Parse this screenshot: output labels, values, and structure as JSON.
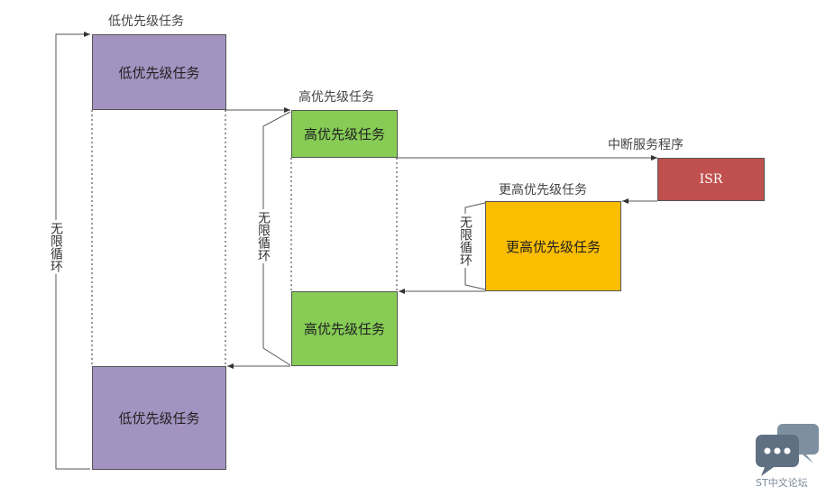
{
  "diagram": {
    "captions": {
      "low_top": "低优先级任务",
      "high_top": "高优先级任务",
      "isr": "中断服务程序",
      "higher": "更高优先级任务"
    },
    "boxes": {
      "low_top": "低优先级任务",
      "high_top": "高优先级任务",
      "isr": "ISR",
      "higher": "更高优先级任务",
      "high_bottom": "高优先级任务",
      "low_bottom": "低优先级任务"
    },
    "loop_labels": {
      "outer": "无限循环",
      "middle": "无限循环",
      "inner": "无限循环"
    },
    "colors": {
      "low": "#a393c0",
      "high": "#86cc55",
      "higher": "#fbbd00",
      "isr": "#c0504d"
    }
  },
  "watermark": {
    "text": "ST中文论坛",
    "icon": "chat-bubbles-icon"
  }
}
